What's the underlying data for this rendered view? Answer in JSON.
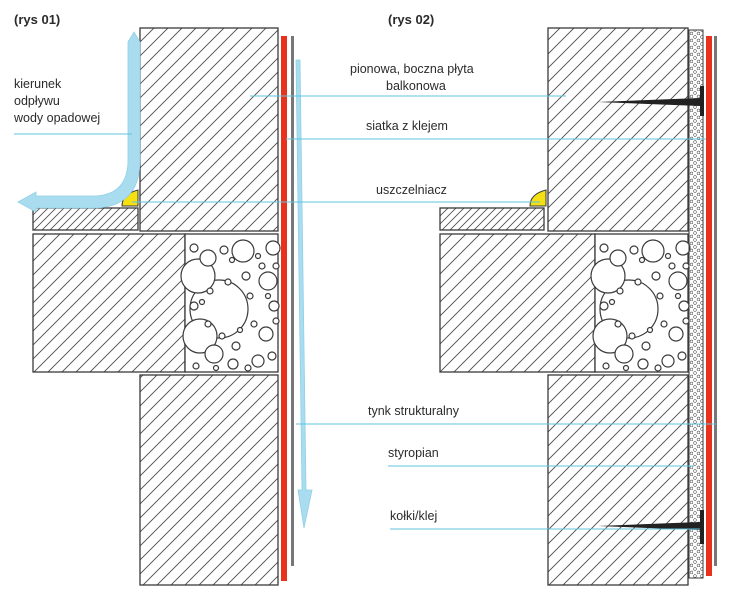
{
  "figures": [
    {
      "id": "rys-01",
      "title": "(rys 01)"
    },
    {
      "id": "rys-02",
      "title": "(rys 02)"
    }
  ],
  "drainage_label": [
    "kierunek",
    "odpływu",
    "wody opadowej"
  ],
  "labels": {
    "plate": [
      "pionowa, boczna płyta",
      "balkonowa"
    ],
    "mesh": "siatka z klejem",
    "sealant": "uszczelniacz",
    "plaster": "tynk strukturalny",
    "styrofoam": "styropian",
    "anchors": "kołki/klej"
  },
  "colors": {
    "water": "#aadcef",
    "leader": "#5fc3de",
    "membrane": "#e8321e",
    "sealant": "#f5e013",
    "outline": "#3a3a3a"
  },
  "icons": {
    "water_arrow": "water-flow-arrow-icon",
    "anchor": "anchor-nail-icon"
  }
}
